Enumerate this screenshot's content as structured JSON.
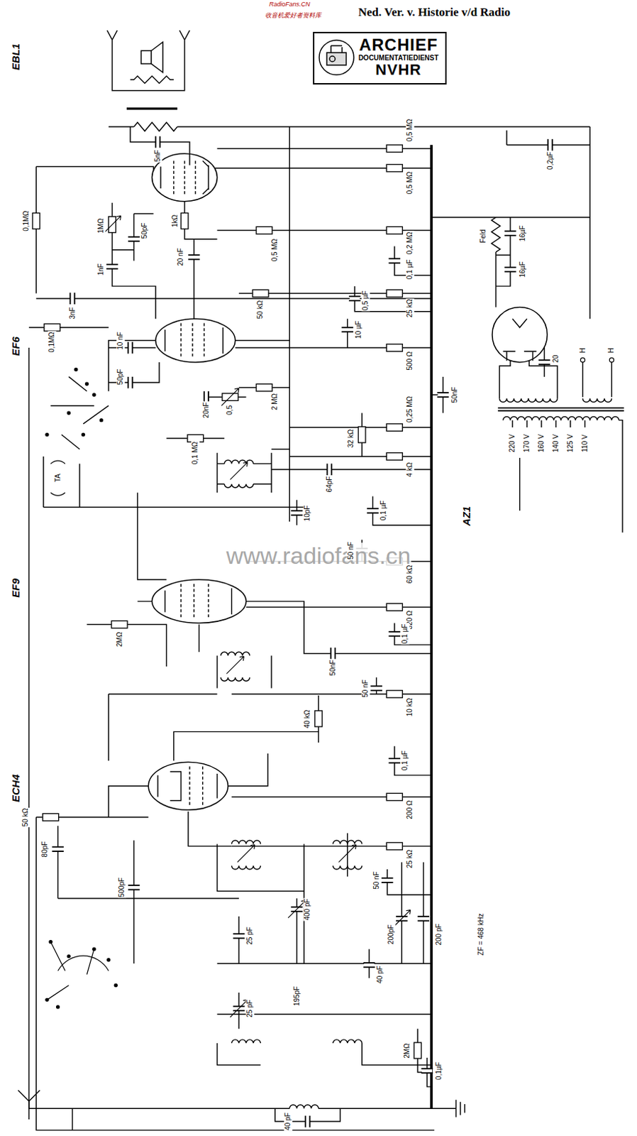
{
  "diagram": {
    "title": "Ned. Ver. v. Historie v/d Radio",
    "nodes": [
      {
        "text": [
          "ARCHIEF",
          "DOCUMENTATIEDIENST",
          "NVHR"
        ]
      }
    ],
    "labels": [
      "RadioFans.CN",
      "收音机爱好者资料库",
      "www.radiofans.cn",
      "EBL1",
      "EF6",
      "EF9",
      "ECH4",
      "AZ1",
      "5nF",
      "1MΩ",
      "0,1MΩ",
      "1nF",
      "50pF",
      "1kΩ",
      "0,5 MΩ",
      "0,5 MΩ",
      "0,5 MΩ",
      "0,2 MΩ",
      "0,1 µF",
      "0,2µF",
      "16µF",
      "Feld",
      "16µF",
      "20 nF",
      "3nF",
      "50 kΩ",
      "0,5 µF",
      "25 kΩ",
      "10 µF",
      "500 Ω",
      "10 nF",
      "0,1MΩ",
      "50pF",
      "20nF",
      "0,5",
      "2 MΩ",
      "50nF",
      "32 kΩ",
      "0,25 MΩ",
      "4 kΩ",
      "0,1 MΩ",
      "64pF",
      "10pF",
      "0,1 µF",
      "TA",
      "50 nF",
      "60 kΩ",
      "320 Ω",
      "0,1 µF",
      "2MΩ",
      "50nF",
      "10 kΩ",
      "50 nF",
      "40 kΩ",
      "0,1 µF",
      "200 Ω",
      "50 kΩ",
      "80pF",
      "25 kΩ",
      "50 nF",
      "500pF",
      "25 pF",
      "400 pF",
      "200pF",
      "200 pF",
      "40 pF",
      "195pF",
      "25 pF",
      "2MΩ",
      "0,1µF",
      "40 pF",
      "ZF = 468 kHz",
      "220 V",
      "170 V",
      "160 V",
      "140 V",
      "125 V",
      "110 V",
      "H",
      "H",
      "20"
    ]
  }
}
